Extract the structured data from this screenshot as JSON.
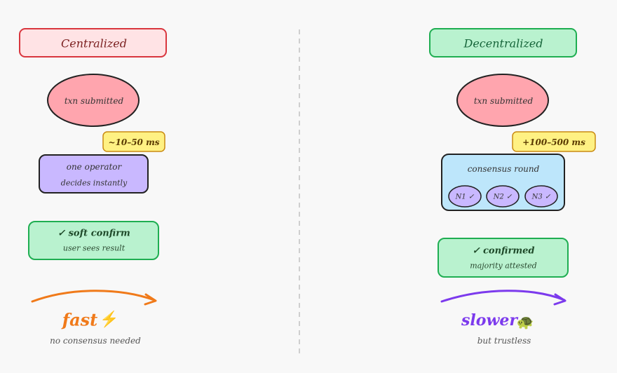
{
  "left": {
    "title": "Centralized",
    "txn": "txn submitted",
    "latency": "~10–50 ms",
    "operator_line1": "one operator",
    "operator_line2": "decides instantly",
    "confirm_title": "✓ soft confirm",
    "confirm_sub": "user sees result",
    "speed_label": "fast",
    "speed_icon": "⚡",
    "speed_caption": "no consensus needed"
  },
  "right": {
    "title": "Decentralized",
    "txn": "txn submitted",
    "latency": "+100–500 ms",
    "consensus_title": "consensus round",
    "nodes": [
      "N1 ✓",
      "N2 ✓",
      "N3 ✓"
    ],
    "confirm_title": "✓ confirmed",
    "confirm_sub": "majority attested",
    "speed_label": "slower",
    "speed_icon": "🐢",
    "speed_caption": "but trustless"
  },
  "colors": {
    "centralized_fill": "#ffe3e5",
    "centralized_stroke": "#d9363e",
    "decentralized_fill": "#b9f2cf",
    "decentralized_stroke": "#1fae52",
    "txn_fill": "#ffa5ae",
    "badge_fill": "#fff183",
    "badge_stroke": "#c98a12",
    "operator_fill": "#c9b8ff",
    "consensus_fill": "#bde6fb",
    "node_fill": "#c9b8ff",
    "confirm_fill": "#b9f2cf",
    "fast_arrow": "#f07a1a",
    "slow_arrow": "#7c3aed"
  }
}
